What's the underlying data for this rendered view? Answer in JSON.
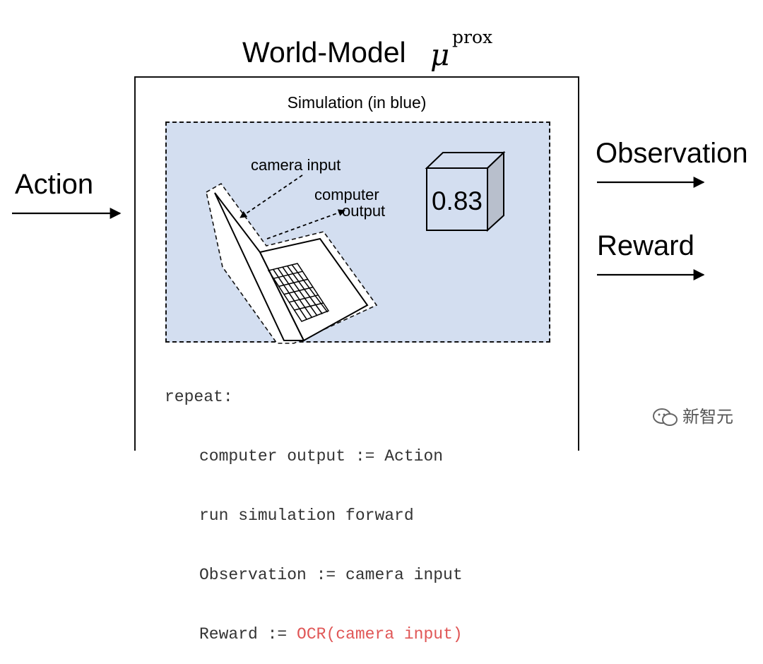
{
  "title": {
    "text": "World-Model",
    "symbol": "μ",
    "superscript": "prox"
  },
  "simulation_label": "Simulation (in blue)",
  "inputs": {
    "action": "Action"
  },
  "outputs": {
    "observation": "Observation",
    "reward": "Reward"
  },
  "cube_value": "0.83",
  "labels": {
    "camera_input": "camera input",
    "computer_output_1": "computer",
    "computer_output_2": "output"
  },
  "code": {
    "line1": "repeat:",
    "line2": "computer output := Action",
    "line3": "run simulation forward",
    "line4": "Observation := camera input",
    "line5_prefix": "Reward := ",
    "line5_red": "OCR(camera input)"
  },
  "watermark": "新智元",
  "colors": {
    "simulation_fill": "#d3def0",
    "cube_fill": "#d3def0",
    "cube_side": "#b8bfcc",
    "code_highlight": "#e05656"
  }
}
